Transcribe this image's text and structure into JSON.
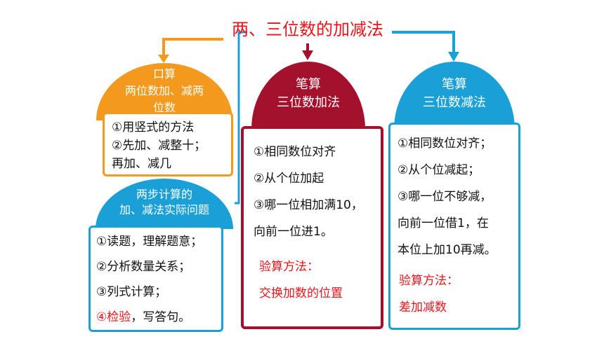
{
  "title": "两、三位数的加减法",
  "colors": {
    "title_red": "#e8141b",
    "orange": "#f39a1e",
    "dark_red": "#a3112c",
    "blue": "#1aa0d7",
    "text": "#111111"
  },
  "mental": {
    "heading_line1": "口算",
    "heading_line2": "两位数加、减两",
    "heading_line3": "位数",
    "items": [
      "①用竖式的方法",
      "②先加、减整十；",
      "再加、减几"
    ]
  },
  "word_problems": {
    "heading_line1": "两步计算的",
    "heading_line2": "加、减法实际问题",
    "items": [
      "①读题，理解题意；",
      "②分析数量关系；",
      "③列式计算；"
    ],
    "last_prefix_num": "④",
    "last_red": "检验",
    "last_rest": "，写答句。"
  },
  "written_add": {
    "heading_line1": "笔算",
    "heading_line2": "三位数加法",
    "items": [
      "①相同数位对齐",
      "②从个位加起",
      "③哪一位相加满10，",
      "向前一位进1。"
    ],
    "check_label": "验算方法：",
    "check_value": "交换加数的位置"
  },
  "written_sub": {
    "heading_line1": "笔算",
    "heading_line2": "三位数减法",
    "items": [
      "①相同数位对齐；",
      "②从个位减起；",
      "③哪一位不够减，",
      "向前一位借1，在",
      "本位上加10再减。"
    ],
    "check_label": "验算方法：",
    "check_value": "差加减数"
  }
}
